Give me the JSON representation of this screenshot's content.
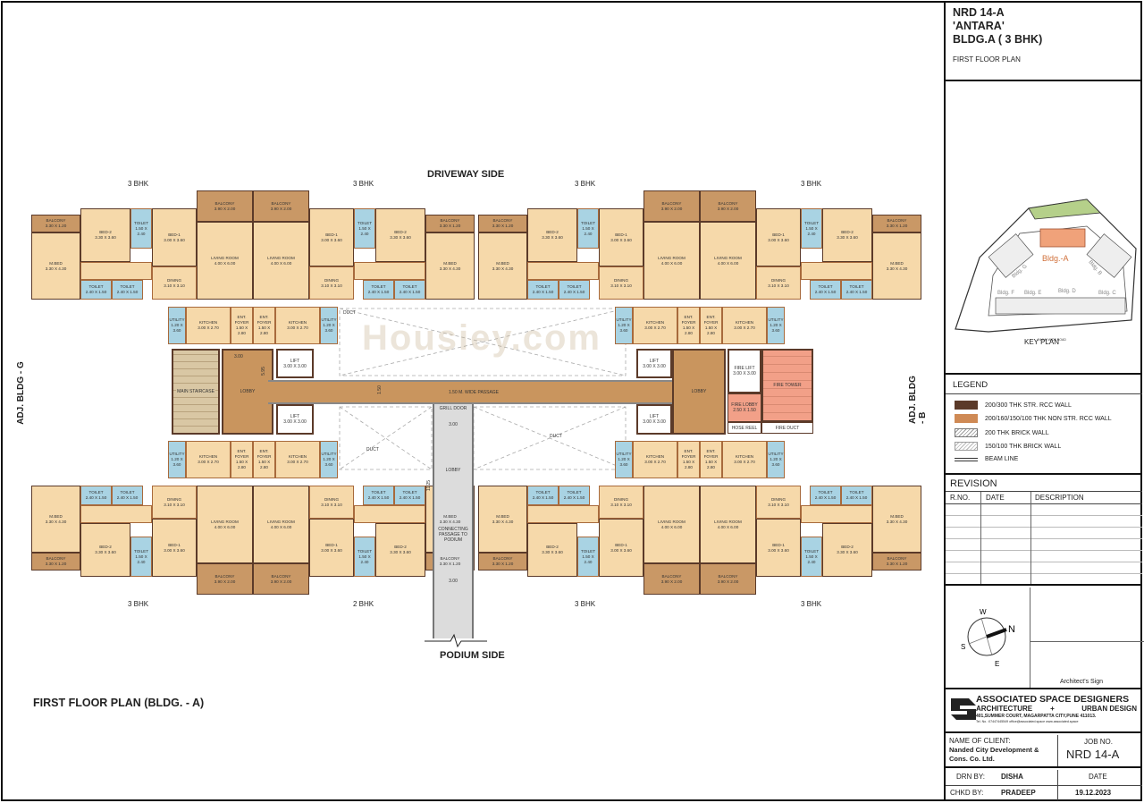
{
  "drawing_title": "FIRST FLOOR PLAN  (BLDG. - A)",
  "orientation_labels": {
    "top": "DRIVEWAY SIDE",
    "bottom": "PODIUM SIDE",
    "left": "ADJ. BLDG - G",
    "right": "ADJ. BLDG - B"
  },
  "unit_types_top": [
    "3 BHK",
    "3 BHK",
    "3 BHK",
    "3 BHK"
  ],
  "unit_types_bottom": [
    "3 BHK",
    "2 BHK",
    "3 BHK",
    "3 BHK"
  ],
  "unit_rooms": {
    "balc_m": [
      "BALCONY",
      "3.30 X 1.20"
    ],
    "mbed": [
      "M.BED",
      "3.30 X 4.30"
    ],
    "bed2": [
      "BED-2",
      "3.30 X 3.60"
    ],
    "toilet_a": [
      "TOILET",
      "1.50 X 2.40"
    ],
    "bed1": [
      "BED-1",
      "3.00 X 3.60"
    ],
    "balc_l": [
      "BALCONY",
      "3.90 X 2.00"
    ],
    "living": [
      "LIVING ROOM",
      "4.00 X 6.00"
    ],
    "dining": [
      "DINING",
      "3.10 X 3.10"
    ],
    "toilet_b": [
      "TOILET",
      "2.40 X 1.50"
    ],
    "toilet_c": [
      "TOILET",
      "2.40 X 1.50"
    ],
    "utility": [
      "UTILITY",
      "1.20 X 3.60"
    ],
    "kitchen": [
      "KITCHEN",
      "3.00 X 2.70"
    ],
    "foyer": [
      "ENT. FOYER",
      "1.50 X 2.80"
    ]
  },
  "core": {
    "main_staircase": "MAIN STAIRCASE",
    "lobby": "LOBBY",
    "lift": "LIFT",
    "lift_size": "3.00 X 3.00",
    "lobby_width": "3.00",
    "lobby_height": "5.95",
    "passage": "1.50 M. WIDE PASSAGE",
    "passage_dim": "1.50",
    "fire_lift": "FIRE LIFT",
    "fire_lift_size": "3.00 X 3.00",
    "fire_lobby": "FIRE LOBBY",
    "fire_lobby_size": "2.50 X 1.50",
    "fire_tower": "FIRE TOWER",
    "hose_reel": "HOSE REEL",
    "fire_duct": "FIRE DUCT",
    "duct": "DUCT",
    "grill_door": "GRILL DOOR",
    "grill_dim": "3.00",
    "podium_lobby": "LOBBY",
    "podium_len": "11.25",
    "connecting": "CONNECTING PASSAGE TO PODIUM",
    "podium_width": "3.00"
  },
  "watermark": "Housiey.com",
  "title_block": {
    "project": "NRD 14-A",
    "name": "'ANTARA'",
    "building": "BLDG.A  ( 3 BHK)",
    "sheet": "FIRST FLOOR PLAN",
    "key_plan": {
      "label": "KEY PLAN",
      "buildings": [
        "Bldg.-A",
        "Bldg. G",
        "Bldg. B",
        "Bldg. F",
        "Bldg. E",
        "Bldg. D",
        "Bldg. C"
      ],
      "road": "24.0 M WIDE ROAD",
      "highlight_color": "#f0a27a",
      "green_color": "#b5d08a"
    },
    "legend": {
      "title": "LEGEND",
      "items": [
        {
          "label": "200/300 THK STR. RCC WALL",
          "color": "#5b3a29"
        },
        {
          "label": "200/160/150/100 THK NON STR. RCC WALL",
          "color": "#cf8a55"
        },
        {
          "label": "200 THK BRICK WALL",
          "color": "hatch"
        },
        {
          "label": "150/100 THK BRICK WALL",
          "color": "hatch"
        },
        {
          "label": "BEAM LINE",
          "color": "line"
        }
      ]
    },
    "revision": {
      "title": "REVISION",
      "columns": [
        "R.NO.",
        "DATE",
        "DESCRIPTION"
      ]
    },
    "compass": {
      "n": "N",
      "s": "S",
      "e": "E",
      "w": "W"
    },
    "architect_sign": "Architect's Sign",
    "firm": {
      "name": "ASSOCIATED SPACE DESIGNERS",
      "tagline_left": "ARCHITECTURE",
      "tagline_plus": "+",
      "tagline_right": "URBAN DESIGN",
      "address": "401,SUMMER COURT, MAGARPATTA CITY,PUNE 411013.",
      "contact": "Tel. No. :07447445549   office@associated.space   www.associated.space"
    },
    "client_label": "NAME OF CLIENT:",
    "client": "Nanded City Development & Cons. Co. Ltd.",
    "job_label": "JOB NO.",
    "job_no": "NRD 14-A",
    "drn_label": "DRN BY:",
    "drn": "DISHA",
    "date_label": "DATE",
    "chkd_label": "CHKD BY:",
    "chkd": "PRADEEP",
    "date": "19.12.2023"
  }
}
